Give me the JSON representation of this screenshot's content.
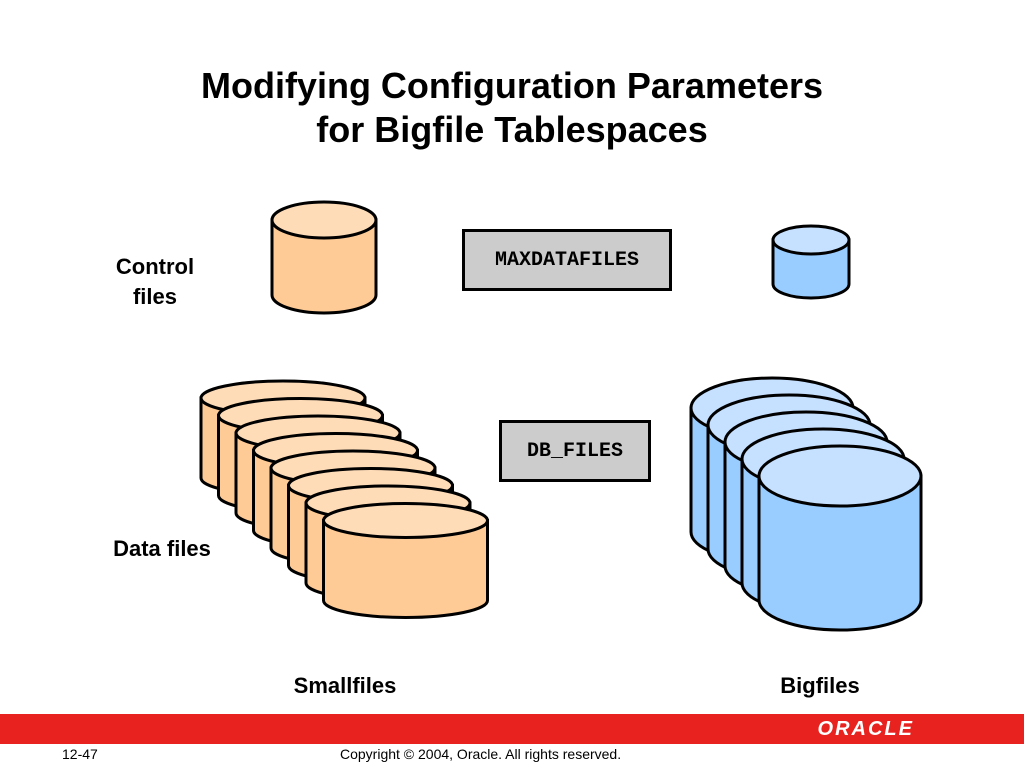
{
  "title": {
    "line1": "Modifying Configuration Parameters",
    "line2": "for Bigfile Tablespaces"
  },
  "labels": {
    "control_files_line1": "Control",
    "control_files_line2": "files",
    "data_files": "Data files",
    "smallfiles": "Smallfiles",
    "bigfiles": "Bigfiles"
  },
  "params": {
    "maxdatafiles": "MAXDATAFILES",
    "db_files": "DB_FILES"
  },
  "colors": {
    "smallfile_fill": "#fecb96",
    "bigfile_fill": "#99ccff",
    "bigfile_top": "#c6e0ff",
    "smallfile_top": "#fedcb8",
    "footer_bar": "#e8231f"
  },
  "footer": {
    "page_number": "12-47",
    "copyright": "Copyright © 2004, Oracle.  All rights reserved.",
    "logo_text": "ORACLE"
  }
}
